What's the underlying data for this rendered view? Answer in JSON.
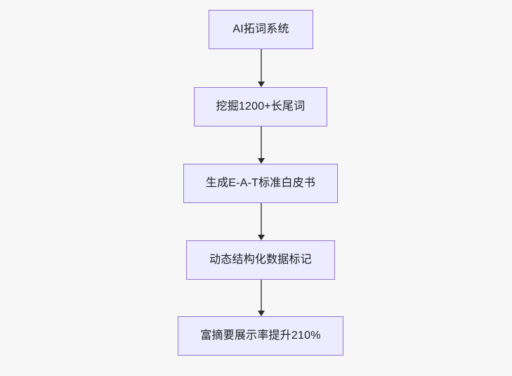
{
  "diagram": {
    "type": "flowchart",
    "orientation": "top-to-bottom",
    "background_color": "#f7f7f8",
    "node_fill_color": "#ececfe",
    "node_border_color": "#9673d3",
    "node_text_color": "#1f1f22",
    "connector_color": "#707070",
    "arrowhead_color": "#2b2b2b",
    "nodes": [
      {
        "id": "node-1",
        "label": "AI拓词系统"
      },
      {
        "id": "node-2",
        "label": "挖掘1200+长尾词"
      },
      {
        "id": "node-3",
        "label": "生成E-A-T标准白皮书"
      },
      {
        "id": "node-4",
        "label": "动态结构化数据标记"
      },
      {
        "id": "node-5",
        "label": "富摘要展示率提升210%"
      }
    ],
    "edges": [
      {
        "id": "edge-1",
        "from": "node-1",
        "to": "node-2",
        "label": ""
      },
      {
        "id": "edge-2",
        "from": "node-2",
        "to": "node-3",
        "label": ""
      },
      {
        "id": "edge-3",
        "from": "node-3",
        "to": "node-4",
        "label": ""
      },
      {
        "id": "edge-4",
        "from": "node-4",
        "to": "node-5",
        "label": ""
      }
    ]
  }
}
